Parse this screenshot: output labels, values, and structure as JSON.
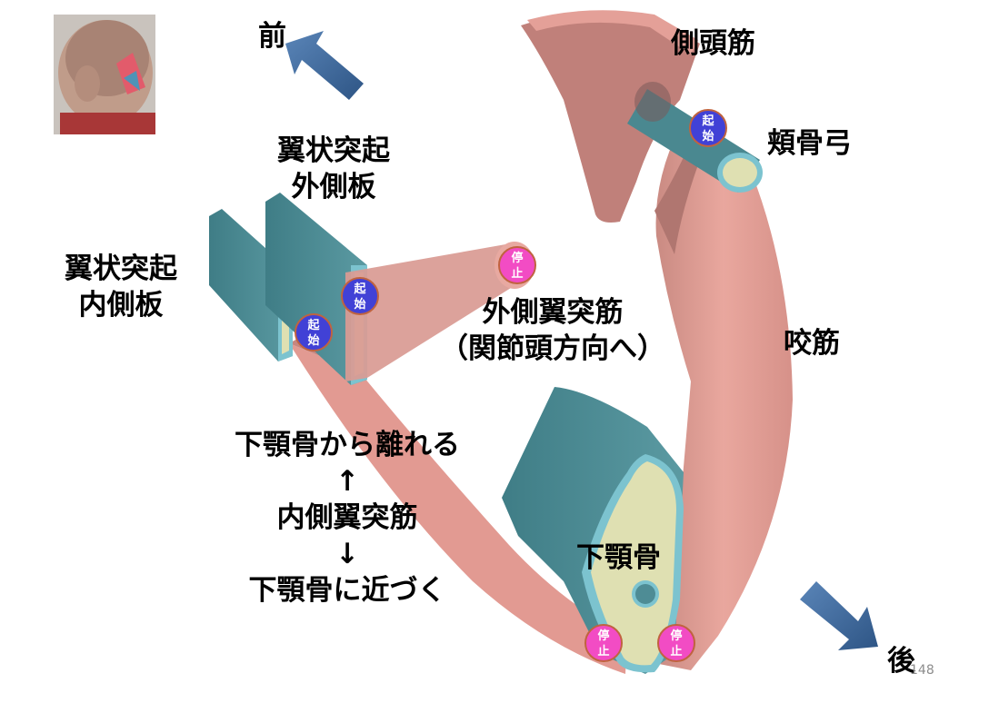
{
  "labels": {
    "front": "前",
    "back": "後",
    "temporalis": "側頭筋",
    "zygomatic_arch": "頬骨弓",
    "masseter": "咬筋",
    "lateral_plate_line1": "翼状突起",
    "lateral_plate_line2": "外側板",
    "medial_plate_line1": "翼状突起",
    "medial_plate_line2": "内側板",
    "lateral_pterygoid_line1": "外側翼突筋",
    "lateral_pterygoid_line2": "（関節頭方向へ）",
    "mandible": "下顎骨",
    "mandible_away": "下顎骨から離れる",
    "arrow_up": "↑",
    "medial_pterygoid": "内側翼突筋",
    "arrow_down": "↓",
    "mandible_toward": "下顎骨に近づく"
  },
  "badges": {
    "origin_line1": "起",
    "origin_line2": "始",
    "insertion_line1": "停",
    "insertion_line2": "止"
  },
  "page_number": "148",
  "colors": {
    "muscle": "#e6a39a",
    "muscle_dark": "#c17f77",
    "bone": "#4e8c95",
    "bone_light": "#dfe0b2",
    "bone_edge": "#7cc3cf",
    "origin_badge": "#4141d6",
    "insertion_badge": "#f24cc4",
    "badge_ring": "#c0633f",
    "arrow": "#3d6a9c"
  },
  "icons": {
    "front_arrow": "arrow-up-left-icon",
    "back_arrow": "arrow-down-right-icon",
    "thumbnail": "head-photo-thumbnail"
  }
}
